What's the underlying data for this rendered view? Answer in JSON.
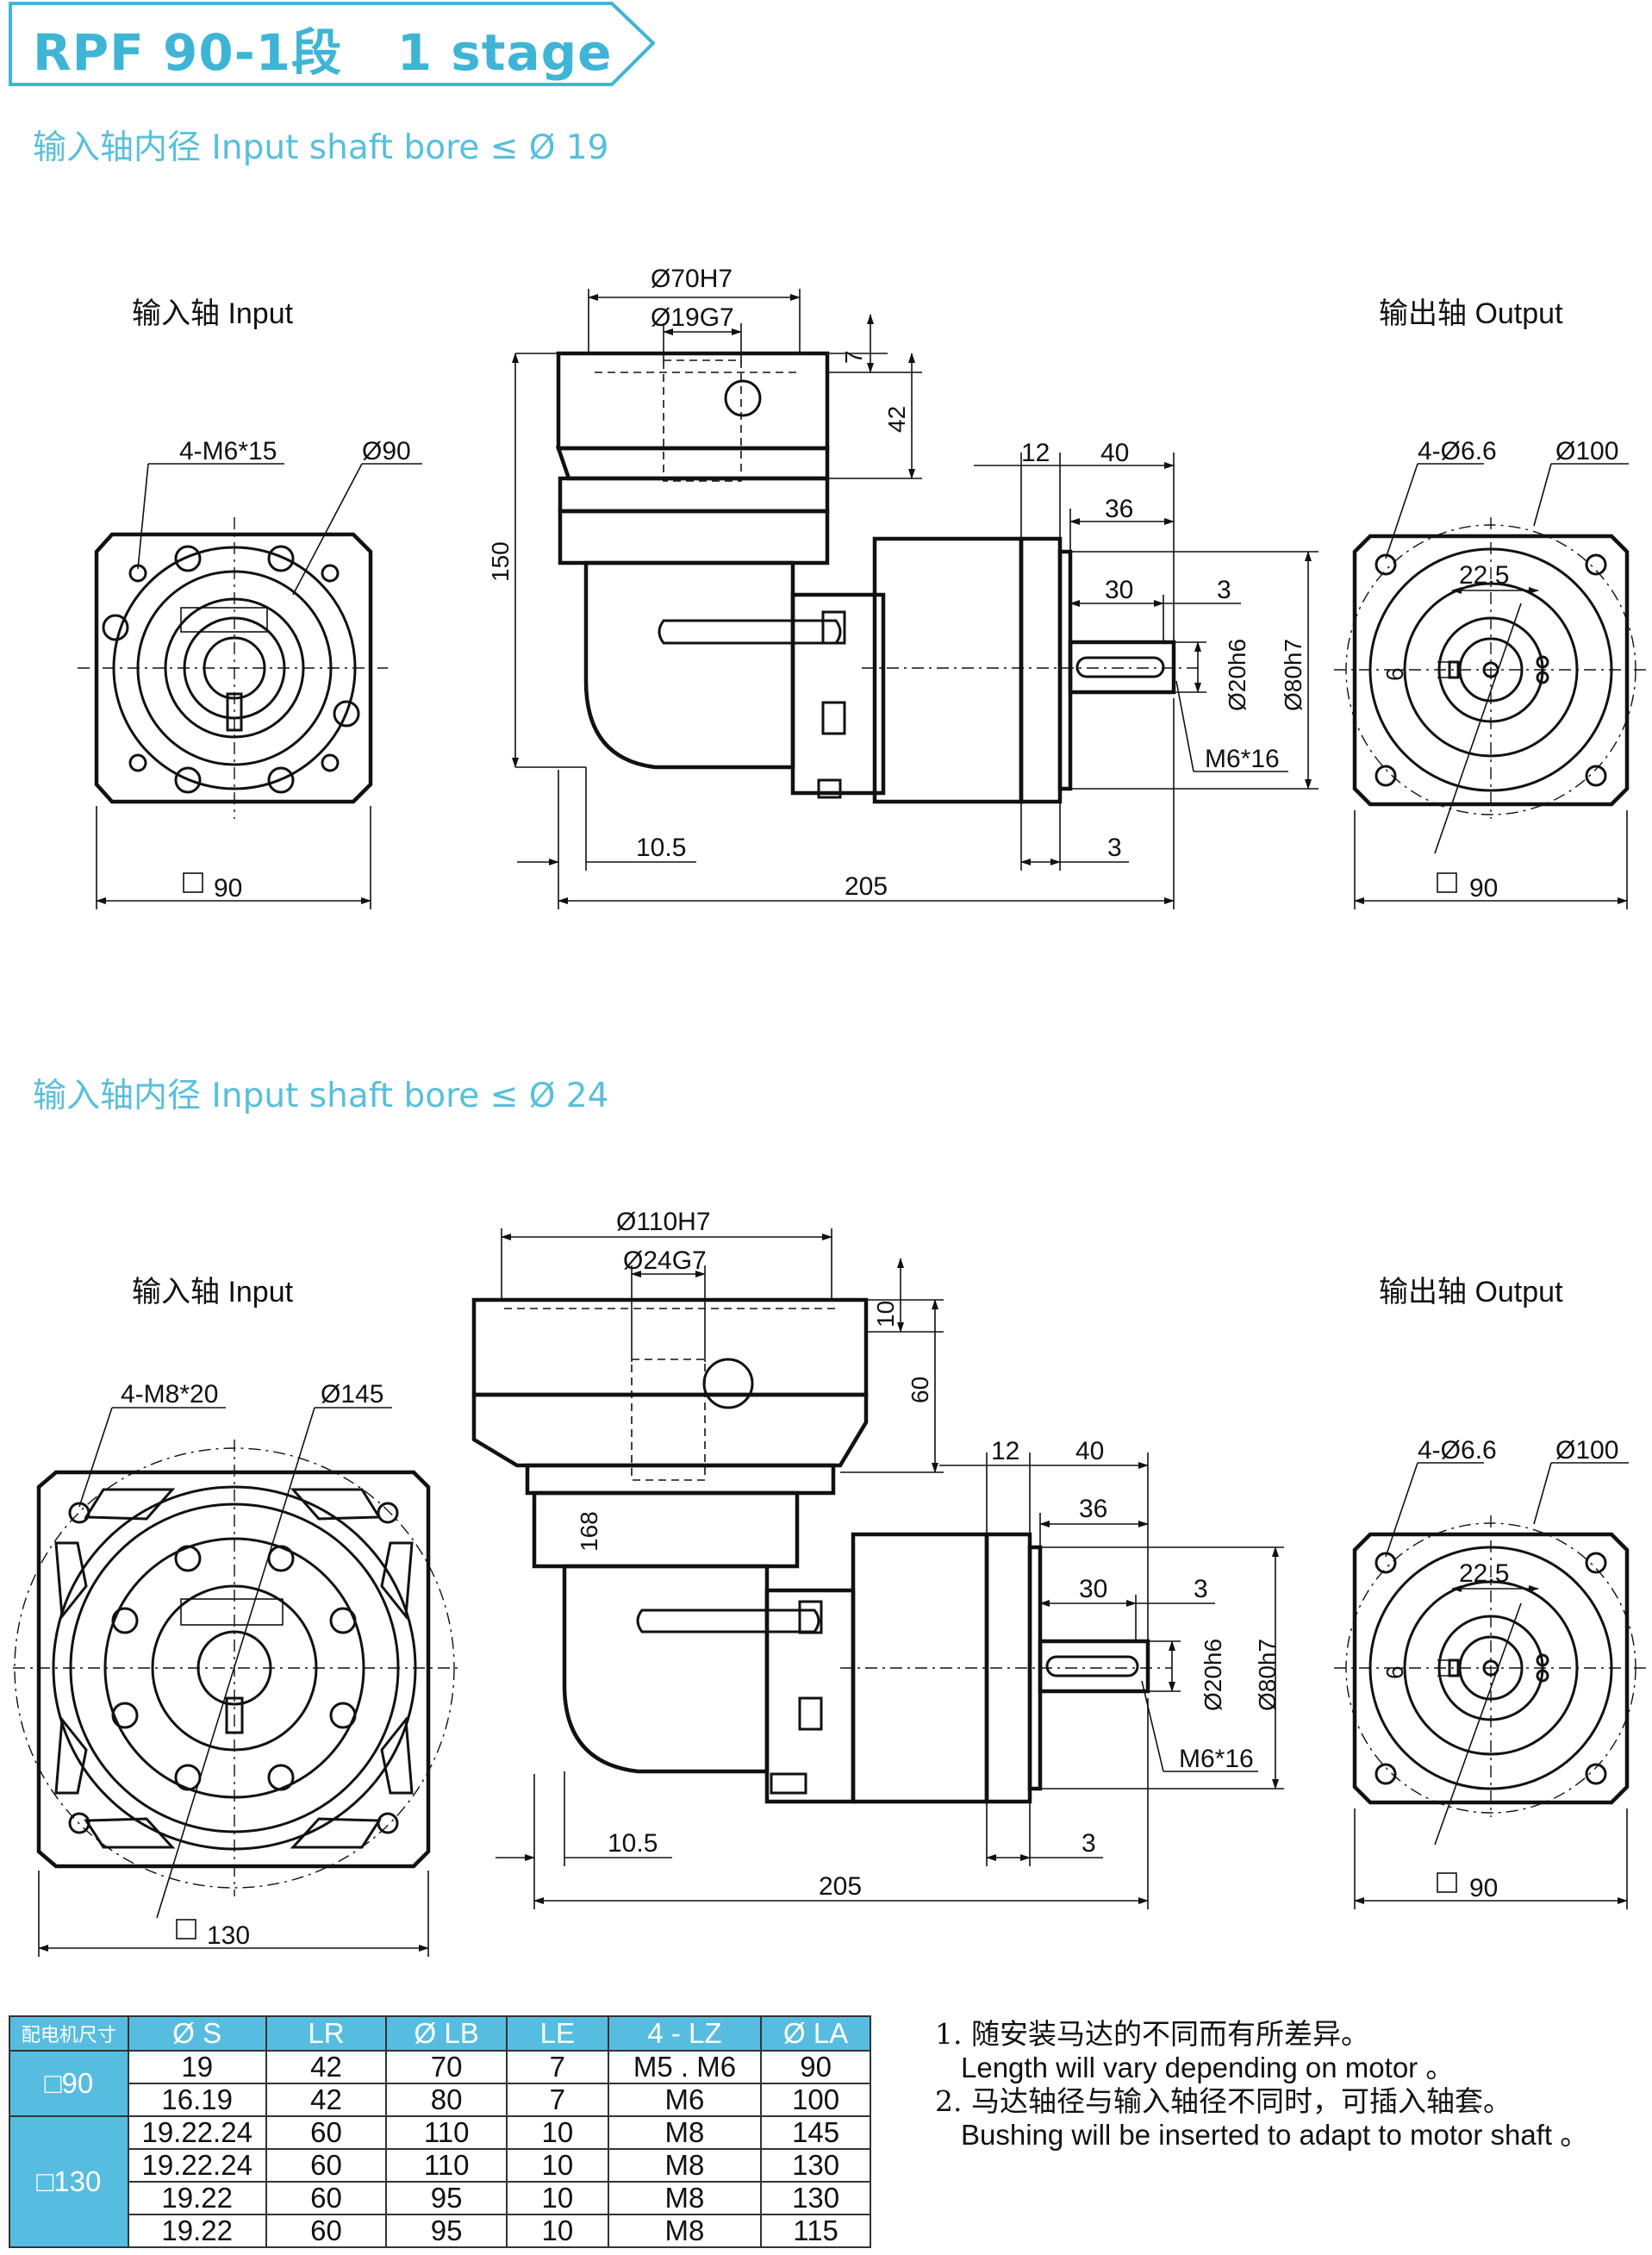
{
  "header": {
    "title": "RPF 90-1段   1 stage",
    "section1_subtitle": "输入轴内径 Input shaft bore ≤ Ø 19",
    "section2_subtitle": "输入轴内径 Input shaft bore ≤ Ø 24"
  },
  "colors": {
    "accent": "#3fb5d6",
    "table_header": "#57bde0",
    "line": "#111111"
  },
  "view_labels": {
    "input": "输入轴  Input",
    "output": "输出轴  Output"
  },
  "section1": {
    "input_view": {
      "holes": "4-M6*15",
      "pcd": "Ø90",
      "square": "90"
    },
    "side_view": {
      "bore_outer": "Ø70H7",
      "bore_inner": "Ø19G7",
      "depth_le": "7",
      "depth_lr": "42",
      "height": "150",
      "d12": "12",
      "d40": "40",
      "d36": "36",
      "d30": "30",
      "d3a": "3",
      "shaft": "Ø20h6",
      "pilot": "Ø80h7",
      "tap": "M6*16",
      "d10_5": "10.5",
      "d3b": "3",
      "length": "205"
    },
    "output_view": {
      "holes": "4-Ø6.6",
      "pcd": "Ø100",
      "key": "22.5",
      "key_w": "6",
      "square": "90"
    }
  },
  "section2": {
    "input_view": {
      "holes": "4-M8*20",
      "pcd": "Ø145",
      "square": "130"
    },
    "side_view": {
      "bore_outer": "Ø110H7",
      "bore_inner": "Ø24G7",
      "depth_le": "10",
      "depth_lr": "60",
      "height": "168",
      "d12": "12",
      "d40": "40",
      "d36": "36",
      "d30": "30",
      "d3a": "3",
      "shaft": "Ø20h6",
      "pilot": "Ø80h7",
      "tap": "M6*16",
      "d10_5": "10.5",
      "d3b": "3",
      "length": "205"
    },
    "output_view": {
      "holes": "4-Ø6.6",
      "pcd": "Ø100",
      "key": "22.5",
      "key_w": "6",
      "square": "90"
    }
  },
  "table": {
    "headers": [
      "配电机尺寸",
      "Ø S",
      "LR",
      "Ø LB",
      "LE",
      "4 - LZ",
      "Ø LA"
    ],
    "groups": [
      {
        "label": "□90",
        "rows": [
          [
            "19",
            "42",
            "70",
            "7",
            "M5 . M6",
            "90"
          ],
          [
            "16.19",
            "42",
            "80",
            "7",
            "M6",
            "100"
          ]
        ]
      },
      {
        "label": "□130",
        "rows": [
          [
            "19.22.24",
            "60",
            "110",
            "10",
            "M8",
            "145"
          ],
          [
            "19.22.24",
            "60",
            "110",
            "10",
            "M8",
            "130"
          ],
          [
            "19.22",
            "60",
            "95",
            "10",
            "M8",
            "130"
          ],
          [
            "19.22",
            "60",
            "95",
            "10",
            "M8",
            "115"
          ]
        ]
      }
    ]
  },
  "notes": [
    {
      "zh": "1. 随安装马达的不同而有所差异。",
      "en": "Length will vary depending on motor 。"
    },
    {
      "zh": "2. 马达轴径与输入轴径不同时，可插入轴套。",
      "en": "Bushing will be inserted to adapt to motor shaft 。"
    }
  ]
}
